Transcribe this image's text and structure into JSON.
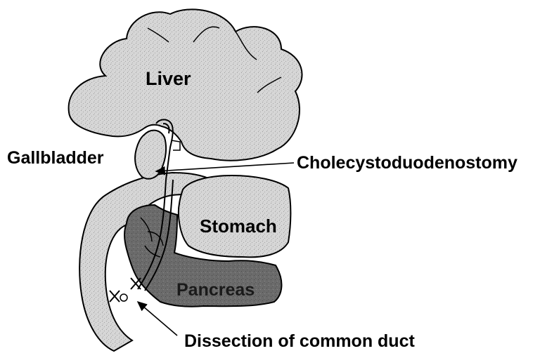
{
  "diagram": {
    "labels": {
      "liver": "Liver",
      "gallbladder": "Gallbladder",
      "cholecystoduodenostomy": "Cholecystoduodenostomy",
      "stomach": "Stomach",
      "pancreas": "Pancreas",
      "dissection": "Dissection of common duct"
    },
    "colors": {
      "organ_fill": "#d3d3d3",
      "pancreas_fill": "#6e6e6e",
      "outline": "#000000"
    }
  }
}
